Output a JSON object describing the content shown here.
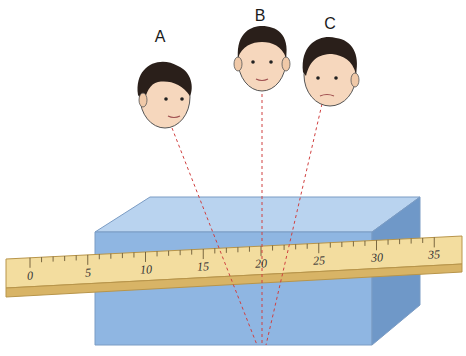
{
  "diagram": {
    "labels": [
      "A",
      "B",
      "C",
      "0",
      "5",
      "10",
      "15",
      "20",
      "25",
      "30",
      "35"
    ]
  }
}
